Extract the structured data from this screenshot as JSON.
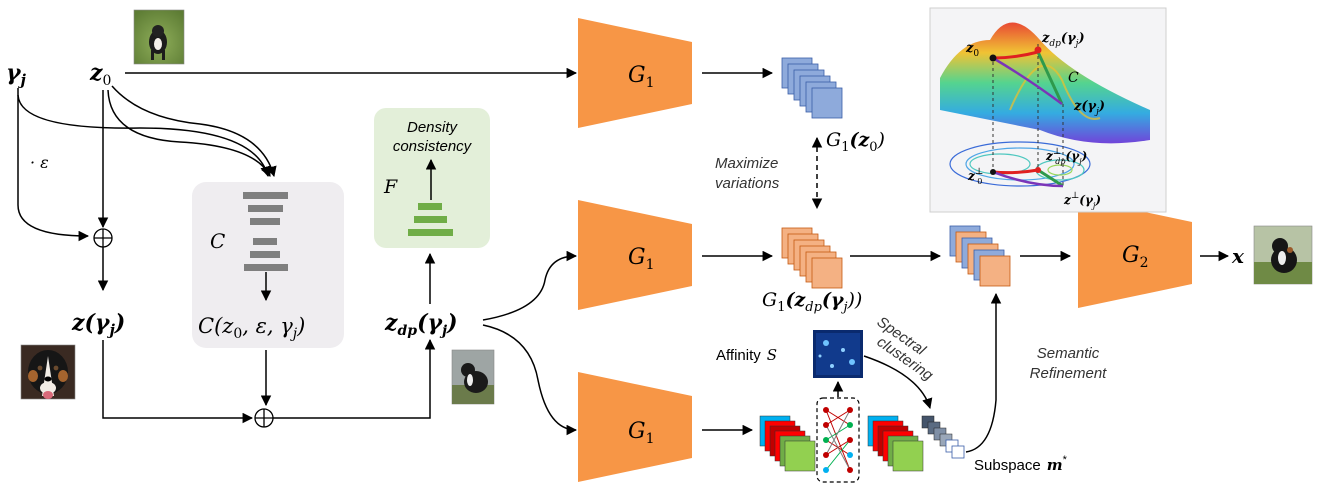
{
  "inputs": {
    "gamma": "γ",
    "gamma_sub": "j",
    "z0": "z",
    "z0_sub": "0",
    "scale": "· ε"
  },
  "labels": {
    "z_gamma": "z(γ",
    "z_gamma_sub": "j",
    "z_gamma_close": ")",
    "C_net": "C",
    "C_out": "C(z",
    "C_out_sub": "0",
    "C_out_rest": ", ε, γ",
    "C_out_sub2": "j",
    "C_out_close": ")",
    "F_net": "F",
    "density_line1": "Density",
    "density_line2": "consistency",
    "zdp": "z",
    "zdp_sub": "dp",
    "zdp_rest": "(γ",
    "zdp_sub2": "j",
    "zdp_close": ")"
  },
  "generators": {
    "g1_label": "G",
    "g1_sub": "1",
    "g2_label": "G",
    "g2_sub": "2"
  },
  "features": {
    "g1z0": "G",
    "g1z0_sub": "1",
    "g1z0_rest": "(z",
    "g1z0_sub2": "0",
    "g1z0_close": ")",
    "g1zdp": "G",
    "g1zdp_sub": "1",
    "g1zdp_rest": "(z",
    "g1zdp_sub2": "dp",
    "g1zdp_rest2": "(γ",
    "g1zdp_sub3": "j",
    "g1zdp_close": "))",
    "maximize_line1": "Maximize",
    "maximize_line2": "variations"
  },
  "refinement": {
    "affinity": "Affinity",
    "affinity_sym": "S",
    "spectral_line1": "Spectral",
    "spectral_line2": "clustering",
    "semantic_line1": "Semantic",
    "semantic_line2": "Refinement",
    "subspace": "Subspace",
    "subspace_sym": "m",
    "subspace_sup": "*"
  },
  "output": {
    "x": "x"
  },
  "manifold": {
    "z0": "z",
    "z0_sub": "0",
    "zdp": "z",
    "zdp_sub": "dp",
    "zdp_rest": "(γ",
    "zdp_sub2": "j",
    "zdp_close": ")",
    "C": "C",
    "zg": "z(γ",
    "zg_sub": "j",
    "zg_close": ")",
    "z0perp": "z",
    "z0perp_sup": "⊥",
    "z0perp_sub": "0",
    "zdpperp": "z",
    "zdpperp_sup": "⊥",
    "zdpperp_sub": "dp",
    "zdpperp_rest": "(γ",
    "zdpperp_sub2": "j",
    "zdpperp_close": ")",
    "zgperp": "z",
    "zgperp_sup": "⊥",
    "zgperp_rest": "(γ",
    "zgperp_sub2": "j",
    "zgperp_close": ")"
  },
  "colors": {
    "generator": "#f79646",
    "c_box": "#efedf0",
    "f_box": "#e3efd9",
    "layer_gray": "#7f7f7f",
    "layer_green": "#70ad47",
    "feat_blue": "#8eaadb",
    "feat_orange": "#f4b183",
    "arrow": "#000000"
  },
  "icons": {
    "dog_top": "dog-photo-icon",
    "dog_face": "dog-face-photo-icon",
    "dog_sitting": "dog-sitting-photo-icon",
    "dog_output": "dog-output-photo-icon"
  }
}
